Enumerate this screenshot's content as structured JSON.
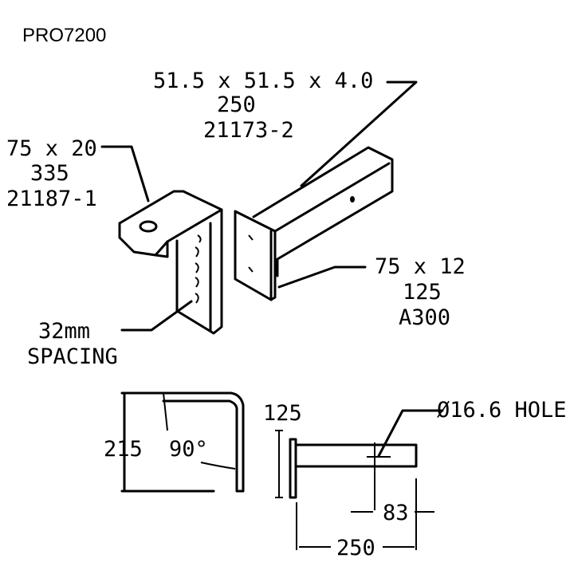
{
  "title": "PRO7200",
  "callouts": {
    "tube": {
      "size": "51.5 x 51.5 x 4.0",
      "length": "250",
      "part": "21173-2"
    },
    "bracket": {
      "size": "75 x 20",
      "length": "335",
      "part": "21187-1"
    },
    "spacing": {
      "line1": "32mm",
      "line2": "SPACING"
    },
    "plate": {
      "size": "75 x 12",
      "length": "125",
      "grade": "A300"
    }
  },
  "dimensions": {
    "bracket_height": "215",
    "angle": "90°",
    "plate_height": "125",
    "hole": "Ø16.6 HOLE",
    "hole_offset": "83",
    "tube_length": "250"
  },
  "colors": {
    "ink": "#000000",
    "background": "#ffffff"
  }
}
